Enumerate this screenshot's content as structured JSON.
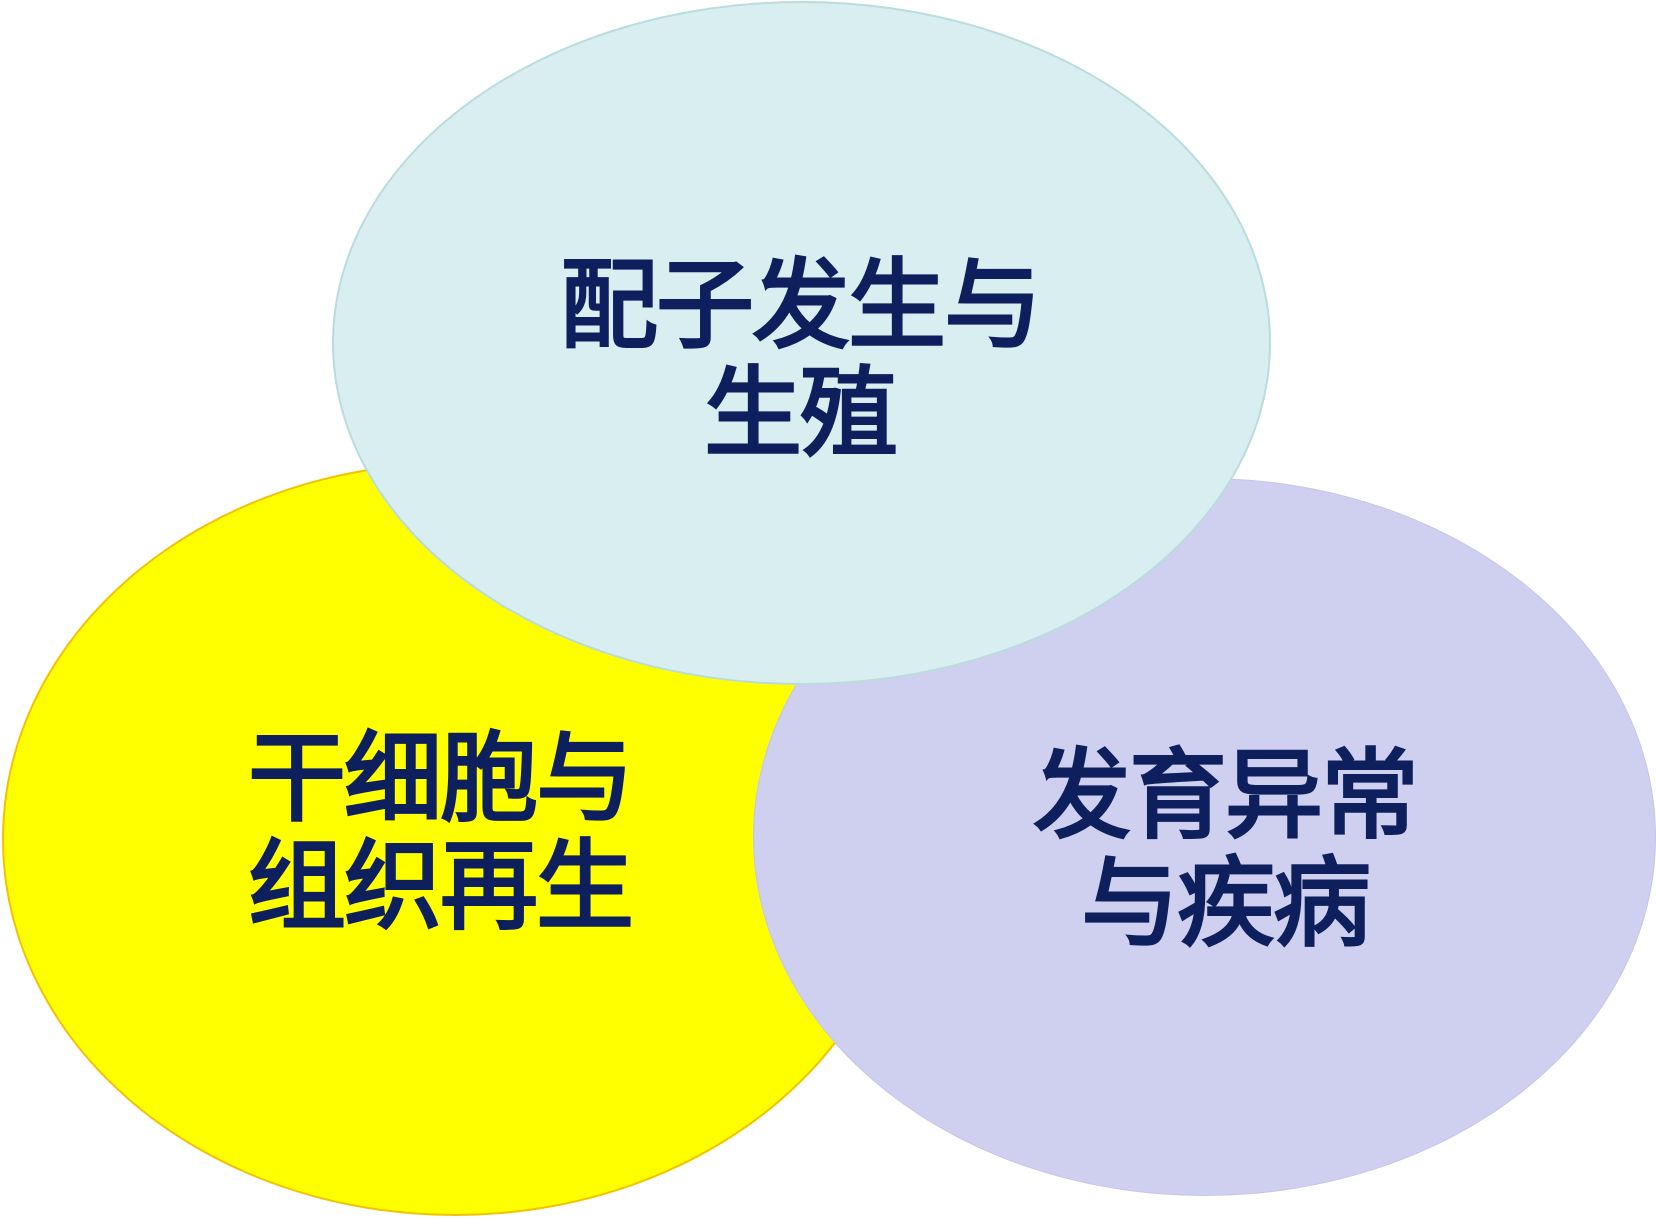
{
  "circles": [
    {
      "id": "gametogenesis",
      "lines": [
        "配子发生与",
        "生殖"
      ],
      "fill": "#d9eef0",
      "text_color": "#0d1f5c"
    },
    {
      "id": "stem-cells",
      "lines": [
        "干细胞与",
        "组织再生"
      ],
      "fill": "#ffff00",
      "text_color": "#0d1f5c"
    },
    {
      "id": "developmental-disorders",
      "lines": [
        "发育异常",
        "与疾病"
      ],
      "fill": "#cfcfef",
      "text_color": "#0d1f5c"
    }
  ]
}
